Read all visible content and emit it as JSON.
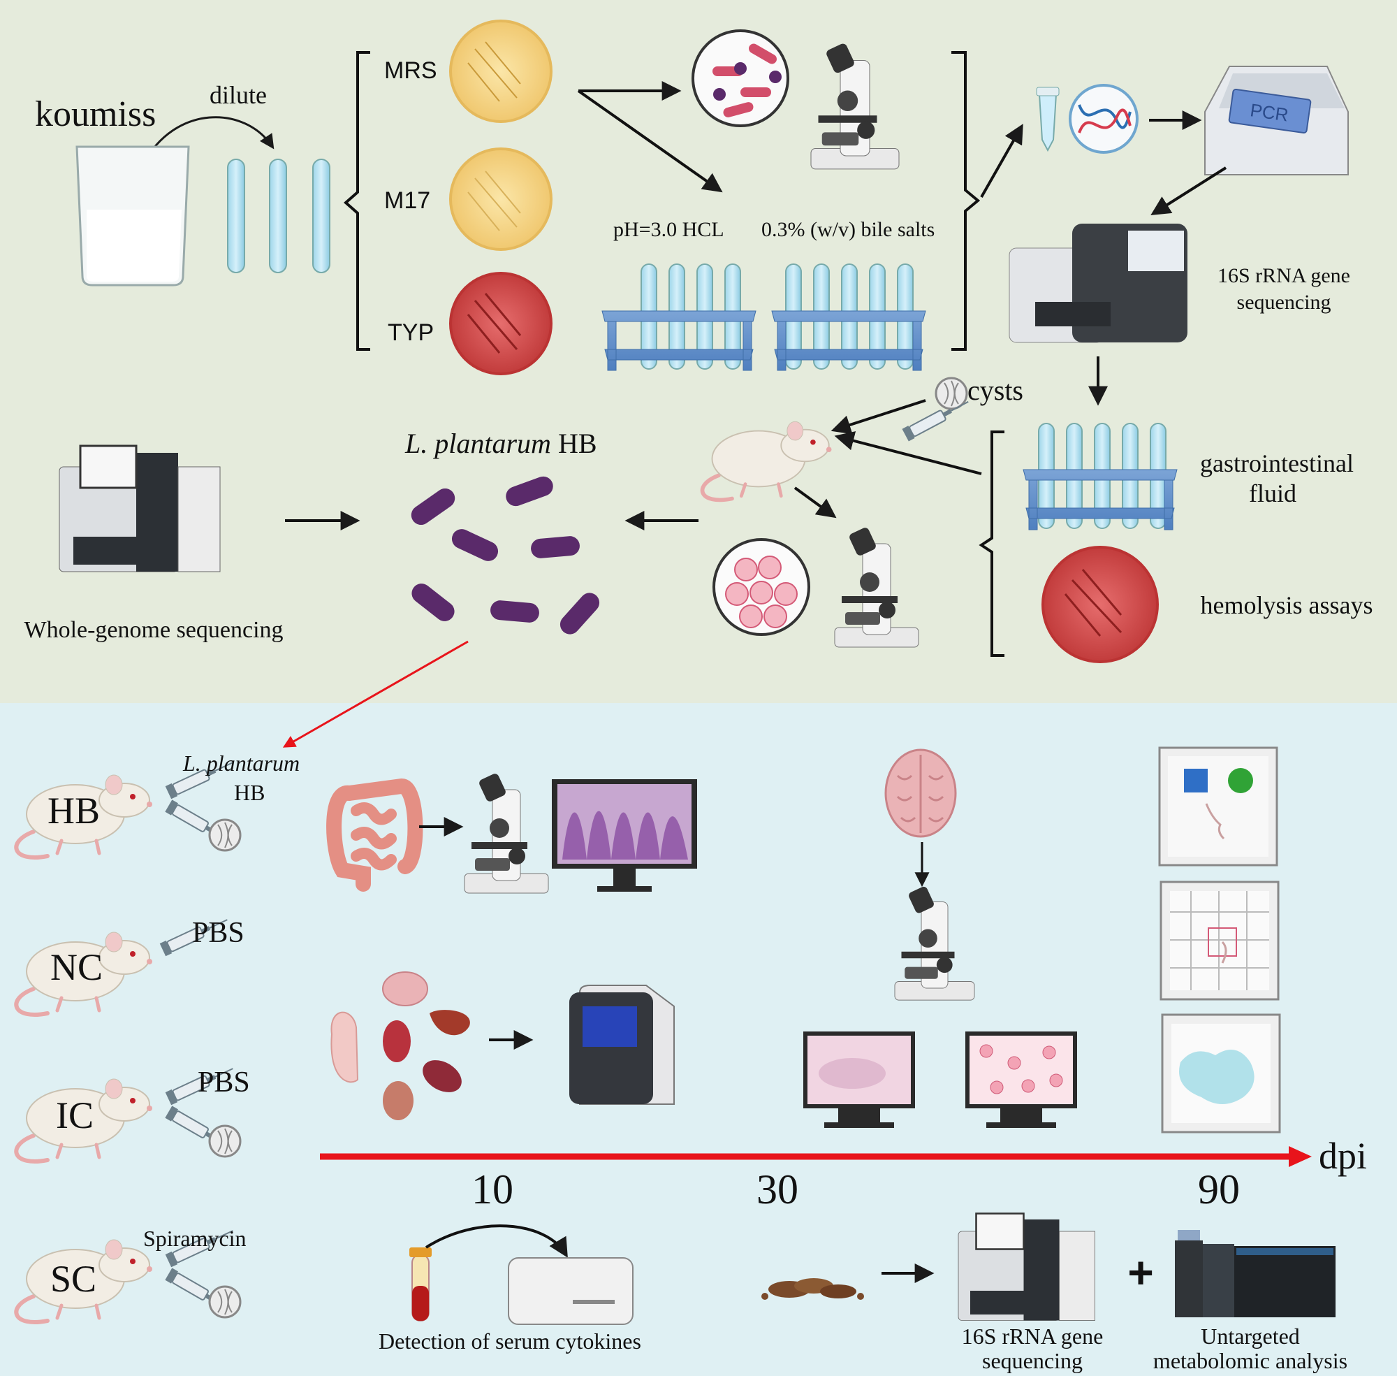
{
  "colors": {
    "top_panel_bg": "#e5ebdc",
    "bottom_panel_bg": "#dff0f3",
    "timeline_arrow": "#e8141b",
    "bacteria": "#5a2a6a",
    "agar_yellow": "#f3d68e",
    "agar_red": "#d24e4e"
  },
  "top": {
    "koumiss_label": "koumiss",
    "dilute_label": "dilute",
    "media": [
      "MRS",
      "M17",
      "TYP"
    ],
    "acid_label": "pH=3.0 HCL",
    "bile_label": "0.3% (w/v) bile salts",
    "sequencing_label_line1": "16S rRNA gene",
    "sequencing_label_line2": "sequencing",
    "pcr_label": "PCR",
    "cysts_label": "cysts",
    "strain_label_italic": "L. plantarum",
    "strain_label_code": "HB",
    "wgs_label": "Whole-genome sequencing",
    "gi_label_line1": "gastrointestinal",
    "gi_label_line2": "fluid",
    "hemolysis_label": "hemolysis assays"
  },
  "bottom": {
    "groups": [
      {
        "code": "HB",
        "treatment": "L. plantarum",
        "treatment2": "HB"
      },
      {
        "code": "NC",
        "treatment": "PBS"
      },
      {
        "code": "IC",
        "treatment": "PBS"
      },
      {
        "code": "SC",
        "treatment": "Spiramycin"
      }
    ],
    "timeline_unit": "dpi",
    "timeline_ticks": [
      "10",
      "30",
      "90"
    ],
    "cytokine_label": "Detection of serum cytokines",
    "seq2_line1": "16S rRNA gene",
    "seq2_line2": "sequencing",
    "plus_sign": "+",
    "metab_line1": "Untargeted",
    "metab_line2": "metabolomic analysis"
  }
}
